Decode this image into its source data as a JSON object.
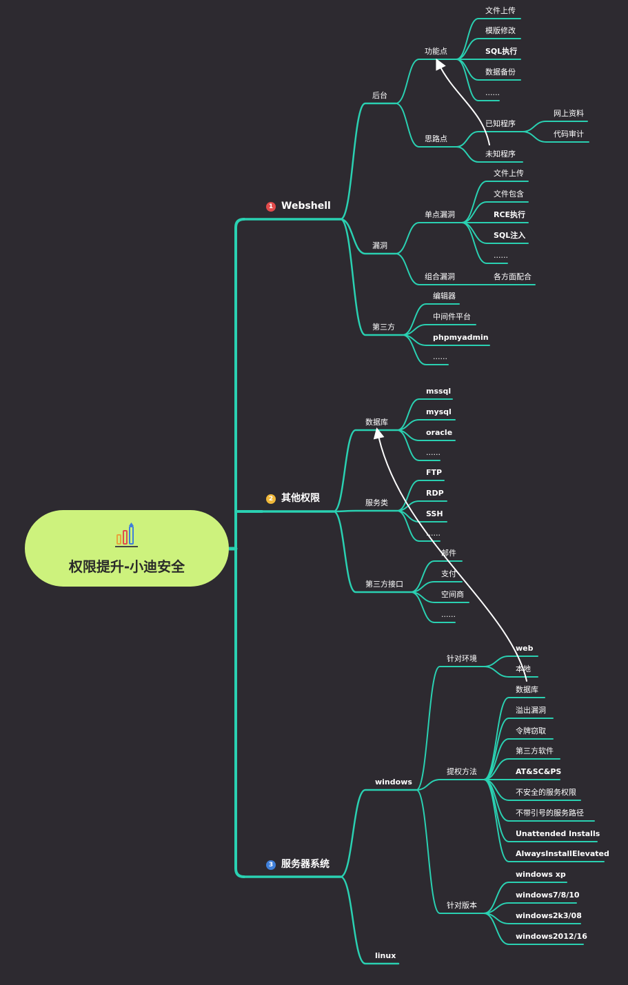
{
  "root": {
    "title": "权限提升-小迪安全",
    "icon": "bar-chart-icon"
  },
  "colors": {
    "line": "#2ad1b2",
    "background": "#2d2a30",
    "root": "#cdf27d",
    "arrow": "#ffffff",
    "badge1": "#e24b4b",
    "badge2": "#f0b83a",
    "badge3": "#3f7fd9"
  },
  "branches": [
    {
      "badge": "1",
      "label": "Webshell"
    },
    {
      "badge": "2",
      "label": "其他权限"
    },
    {
      "badge": "3",
      "label": "服务器系统"
    }
  ],
  "webshell": {
    "houtai": "后台",
    "gongneng": "功能点",
    "gongneng_items": [
      "文件上传",
      "模版修改",
      "SQL执行",
      "数据备份",
      "......"
    ],
    "silu": "思路点",
    "yizhi": "已知程序",
    "yizhi_items": [
      "网上资料",
      "代码审计"
    ],
    "weizhi": "未知程序",
    "loudong": "漏洞",
    "dandian": "单点漏洞",
    "dandian_items": [
      "文件上传",
      "文件包含",
      "RCE执行",
      "SQL注入",
      "......"
    ],
    "zuhe": "组合漏洞",
    "zuhe_item": "各方面配合",
    "disanfang": "第三方",
    "disanfang_items": [
      "编辑器",
      "中间件平台",
      "phpmyadmin",
      "......"
    ]
  },
  "other": {
    "shujuku": "数据库",
    "shujuku_items": [
      "mssql",
      "mysql",
      "oracle",
      "......"
    ],
    "fuwu": "服务类",
    "fuwu_items": [
      "FTP",
      "RDP",
      "SSH",
      "......"
    ],
    "jiekou": "第三方接口",
    "jiekou_items": [
      "邮件",
      "支付",
      "空间商",
      "......"
    ]
  },
  "server": {
    "windows": "windows",
    "huanjing": "针对环境",
    "huanjing_items": [
      "web",
      "本地"
    ],
    "fangfa": "提权方法",
    "fangfa_items": [
      "数据库",
      "溢出漏洞",
      "令牌窃取",
      "第三方软件",
      "AT&SC&PS",
      "不安全的服务权限",
      "不带引号的服务路径",
      "Unattended Installs",
      "AlwaysInstallElevated"
    ],
    "banben": "针对版本",
    "banben_items": [
      "windows xp",
      "windows7/8/10",
      "windows2k3/08",
      "windows2012/16"
    ],
    "linux": "linux"
  }
}
